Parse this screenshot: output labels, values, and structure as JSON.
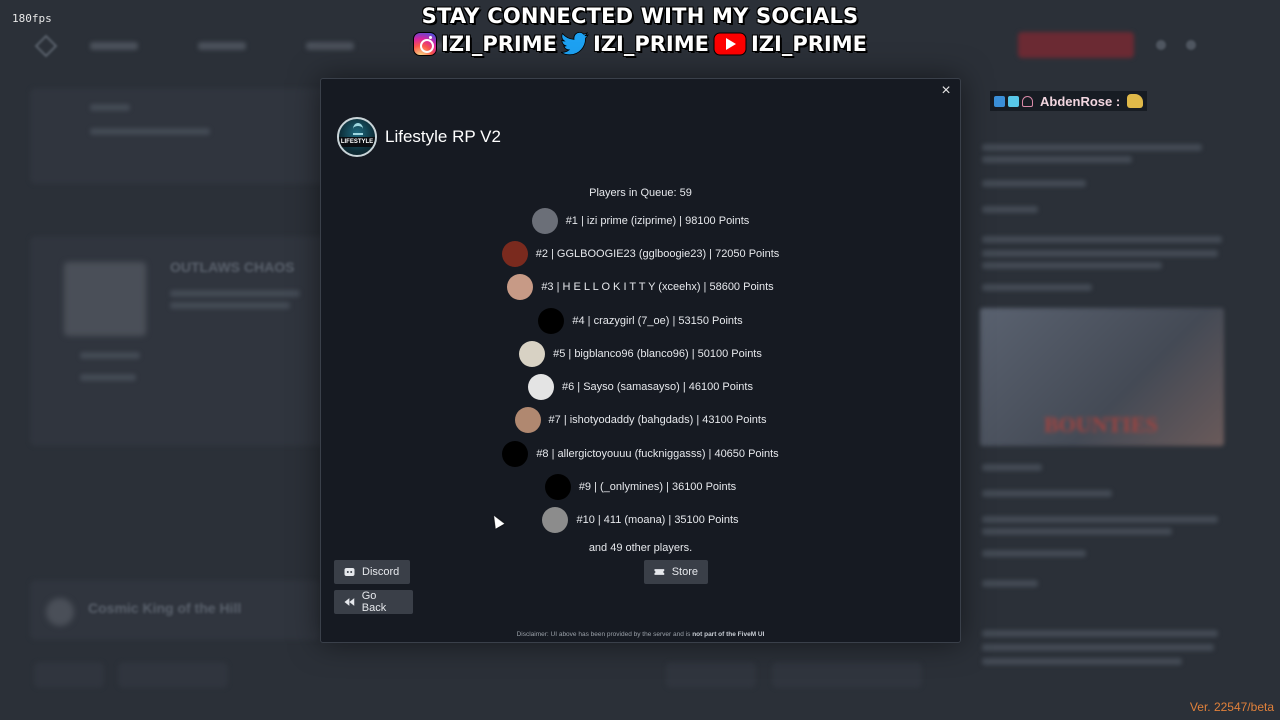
{
  "overlay": {
    "fps": "180fps",
    "socials_title": "STAY CONNECTED WITH MY SOCIALS",
    "socials": [
      {
        "platform": "instagram",
        "icon": "instagram-icon",
        "handle": "IZI_PRIME"
      },
      {
        "platform": "twitter",
        "icon": "twitter-icon",
        "handle": "IZI_PRIME"
      },
      {
        "platform": "youtube",
        "icon": "youtube-icon",
        "handle": "IZI_PRIME"
      }
    ],
    "chat": {
      "user": "AbdenRose :",
      "badges": [
        "arrow-badge-icon",
        "cube-badge-icon",
        "peace-badge-icon"
      ],
      "emote": "pikachu-emote-icon"
    },
    "version": "Ver. 22547/beta"
  },
  "background": {
    "game_title": "Cosmic King of the Hill",
    "event_title": "OUTLAWS CHAOS",
    "poster_text": "BOUNTIES"
  },
  "modal": {
    "close_label": "×",
    "server_name": "Lifestyle RP V2",
    "logo_text": "LIFESTYLE",
    "queue_title": "Players in Queue: 59",
    "queue": [
      {
        "text": "#1 | izi prime (iziprime) | 98100 Points",
        "avatar_color": "#6b6f78"
      },
      {
        "text": "#2 | GGLBOOGIE23 (gglboogie23) | 72050 Points",
        "avatar_color": "#7a2a1e"
      },
      {
        "text": "#3 | H E L L O K I T T Y (xceehx) | 58600 Points",
        "avatar_color": "#c79a86"
      },
      {
        "text": "#4 | crazygirl (7_oe) | 53150 Points",
        "avatar_color": "#000000"
      },
      {
        "text": "#5 | bigblanco96 (blanco96) | 50100 Points",
        "avatar_color": "#d8d2c4"
      },
      {
        "text": "#6 | Sayso (samasayso) | 46100 Points",
        "avatar_color": "#e4e4e4"
      },
      {
        "text": "#7 | ishotyodaddy (bahgdads) | 43100 Points",
        "avatar_color": "#b08870"
      },
      {
        "text": "#8 | allergictoyouuu (fuckniggasss) | 40650 Points",
        "avatar_color": "#000000"
      },
      {
        "text": "#9 | (_onlymines) | 36100 Points",
        "avatar_color": "#000000"
      },
      {
        "text": "#10 | 411 (moana) | 35100 Points",
        "avatar_color": "#8c8c8c"
      }
    ],
    "others_text": "and 49 other players.",
    "buttons": {
      "discord": "Discord",
      "store": "Store",
      "go_back": "Go Back"
    },
    "disclaimer_prefix": "Disclaimer: UI above has been provided by the server and is",
    "disclaimer_bold": "not part of the FiveM UI"
  }
}
